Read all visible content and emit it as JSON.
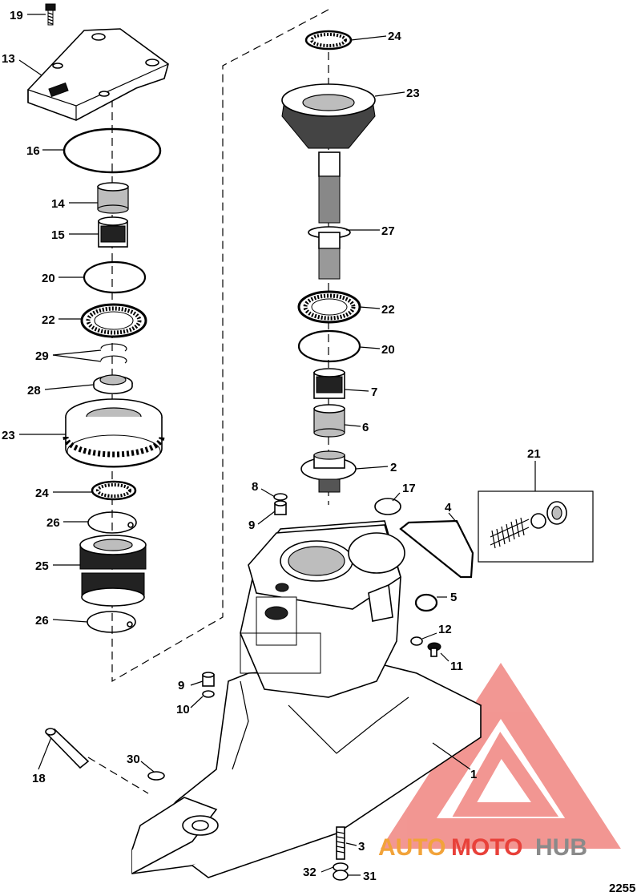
{
  "figure_number": "2255",
  "callouts": {
    "c19": "19",
    "c13": "13",
    "c16": "16",
    "c14": "14",
    "c15": "15",
    "c20a": "20",
    "c22a": "22",
    "c29": "29",
    "c28": "28",
    "c23a": "23",
    "c24a": "24",
    "c26a": "26",
    "c25": "25",
    "c26b": "26",
    "c24b": "24",
    "c23b": "23",
    "c27": "27",
    "c22b": "22",
    "c20b": "20",
    "c7": "7",
    "c6": "6",
    "c2": "2",
    "c21": "21",
    "c17": "17",
    "c8": "8",
    "c9a": "9",
    "c4": "4",
    "c5": "5",
    "c12": "12",
    "c11": "11",
    "c9b": "9",
    "c10": "10",
    "c18": "18",
    "c30": "30",
    "c1": "1",
    "c3": "3",
    "c32": "32",
    "c31": "31"
  },
  "watermark": {
    "part1": "AUTO",
    "part2": "MOTO",
    "part3": "HUB",
    "color_red": "#e8413a",
    "color_orange": "#f2a33a",
    "color_gray": "#8a8a8a"
  }
}
